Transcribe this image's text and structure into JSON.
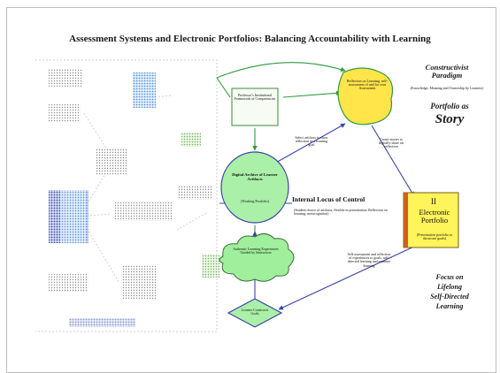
{
  "title": "Assessment Systems and Electronic Portfolios: Balancing Accountability with Learning",
  "paradigm": {
    "heading": "Constructivist Paradigm",
    "subtext": "(Knowledge, Meaning and Ownership by Learners)",
    "portfolio_as": "Portfolio as",
    "story": "Story"
  },
  "nodes": {
    "reflection": "Reflection on Learning, self-assessment of and for own Assessment",
    "professor_box": "Professor’s Institutional Framework of Competencies",
    "digital_archive": "Digital Archive of Learner Artifacts",
    "digital_archive_sub": "(Working Portfolio)",
    "cloud": "Authentic Learning Experiences Guided by Instruction",
    "diamond": "Learner Constructs Goals",
    "eportfolio_number": "II",
    "eportfolio_title": "Electronic Portfolio",
    "eportfolio_sub": "(Presentation portfolio to showcase goals)"
  },
  "labels": {
    "select_artifacts": "Select artifacts to show reflection in a learning goal",
    "create_digital": "Create stories to digitally share on reflection",
    "self_assessment": "Self-assessment and reflection of experiences to goals, self-directed learning and examine learning",
    "internal_locus_title": "Internal Locus of Control",
    "internal_locus_body": "(Student choice of artifacts, flexible in presentation, Reflection on learning; metacognition)"
  },
  "focus": {
    "line1": "Focus on",
    "line2": "Lifelong",
    "line3": "Self-Directed",
    "line4": "Learning"
  }
}
